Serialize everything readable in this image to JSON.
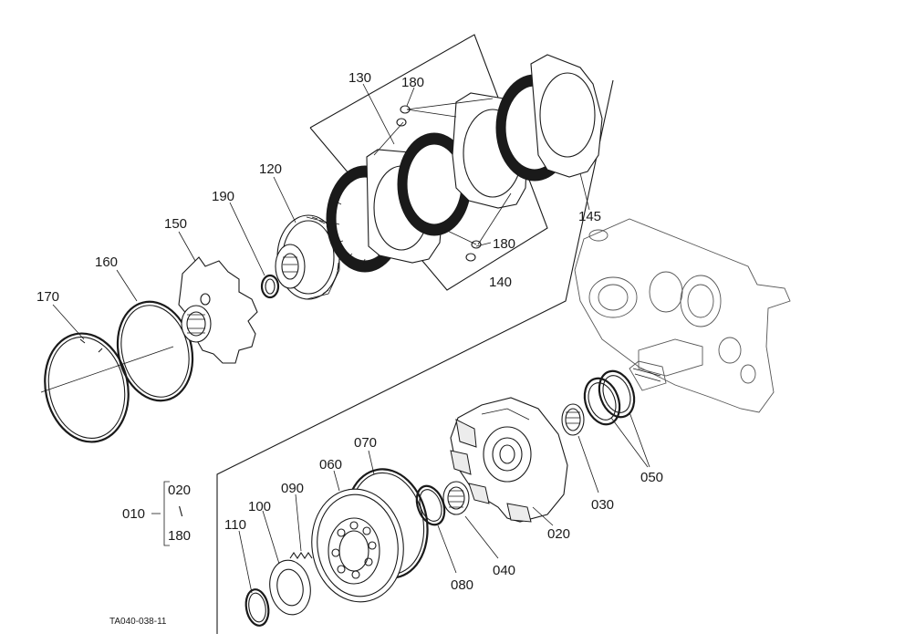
{
  "diagram": {
    "code": "TA040-038-11",
    "callouts": {
      "c170": "170",
      "c160": "160",
      "c150": "150",
      "c190": "190",
      "c120": "120",
      "c130": "130",
      "c180a": "180",
      "c180b": "180",
      "c140": "140",
      "c145": "145",
      "c070": "070",
      "c060": "060",
      "c090": "090",
      "c100": "100",
      "c110": "110",
      "c080": "080",
      "c040": "040",
      "c020": "020",
      "c030": "030",
      "c050": "050"
    },
    "assembly": {
      "parent": "010",
      "range_start": "020",
      "range_sep": "\\",
      "range_end": "180"
    }
  }
}
